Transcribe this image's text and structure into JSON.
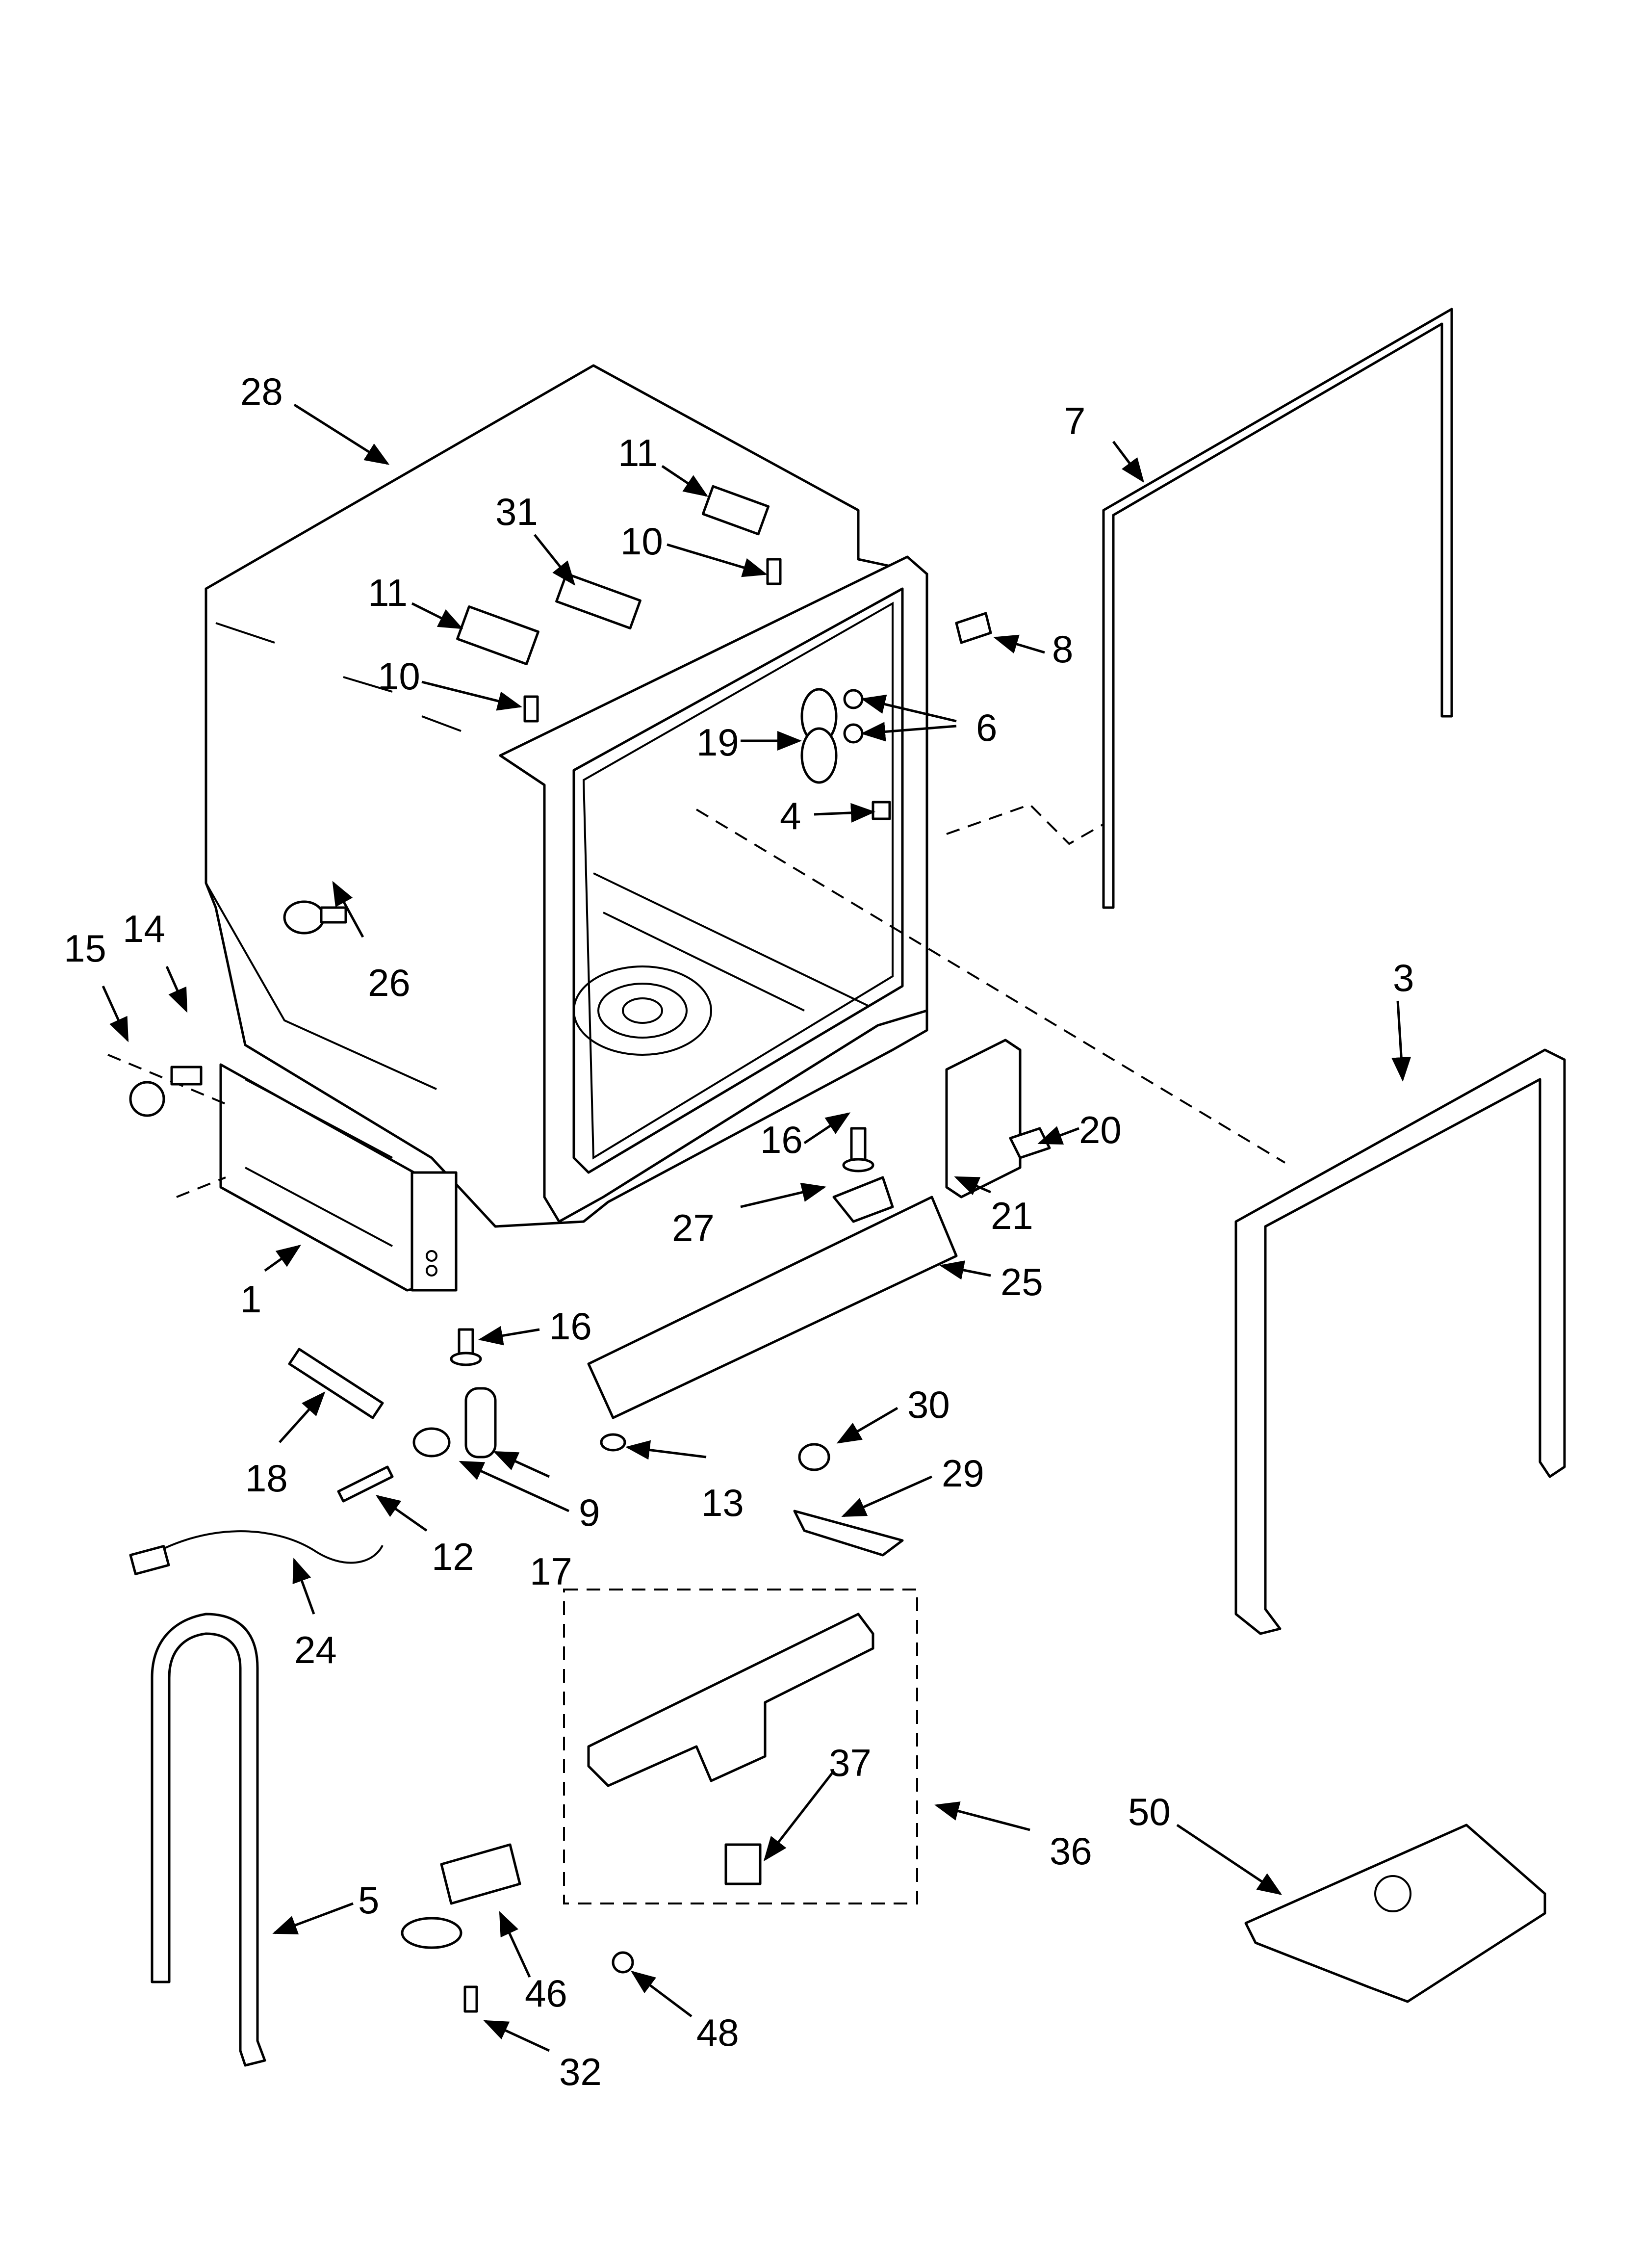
{
  "callouts": [
    "1",
    "3",
    "4",
    "5",
    "6",
    "7",
    "8",
    "9",
    "10",
    "10",
    "11",
    "11",
    "12",
    "13",
    "14",
    "15",
    "16",
    "16",
    "17",
    "18",
    "19",
    "20",
    "21",
    "24",
    "25",
    "26",
    "27",
    "28",
    "29",
    "30",
    "31",
    "32",
    "36",
    "37",
    "46",
    "48",
    "50"
  ]
}
